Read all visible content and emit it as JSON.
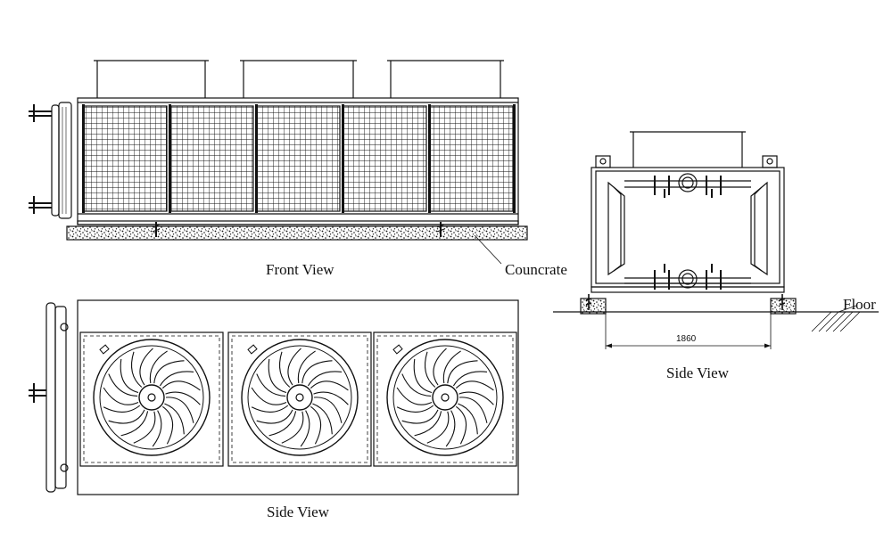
{
  "labels": {
    "front_view": "Front View",
    "concrete": "Councrate",
    "side_view_right": "Side View",
    "floor": "Floor",
    "side_view_bottom": "Side View"
  },
  "dimensions": {
    "base_width": "1860"
  },
  "colors": {
    "line": "#111111",
    "background": "#ffffff"
  },
  "counts": {
    "grille_panels": 5,
    "fans": 3,
    "fan_blades": 9
  }
}
